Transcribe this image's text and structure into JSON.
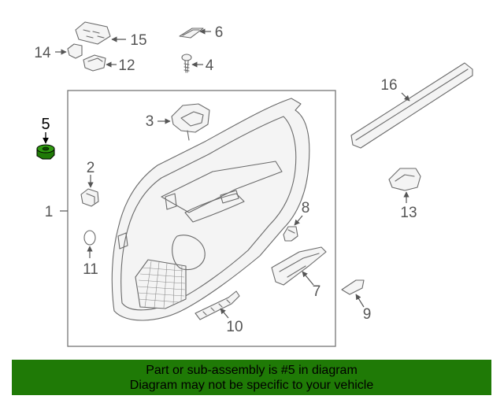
{
  "diagram": {
    "callouts": {
      "c1": "1",
      "c2": "2",
      "c3": "3",
      "c4": "4",
      "c5": "5",
      "c6": "6",
      "c7": "7",
      "c8": "8",
      "c9": "9",
      "c10": "10",
      "c11": "11",
      "c12": "12",
      "c13": "13",
      "c14": "14",
      "c15": "15",
      "c16": "16"
    },
    "highlighted_part": "5",
    "highlight_color": "#1f7a06"
  },
  "banner": {
    "line1": "Part or sub-assembly is #5 in diagram",
    "line2": "Diagram may not be specific to your vehicle",
    "background": "#1f7a06"
  }
}
